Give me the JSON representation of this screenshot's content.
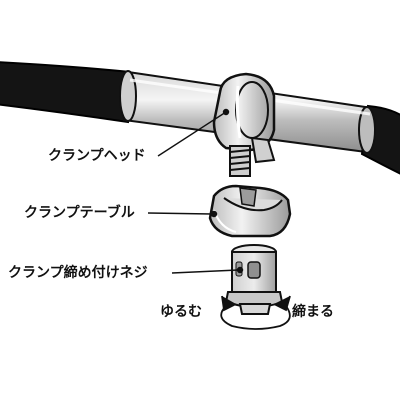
{
  "labels": {
    "clamp_head": "クランプヘッド",
    "clamp_table": "クランプテーブル",
    "clamp_screw": "クランプ締め付けネジ",
    "loosen": "ゆるむ",
    "tighten": "締まる"
  },
  "colors": {
    "tube_black": "#111111",
    "tube_metal": "#c9c9c9",
    "metal_light": "#e6e6e6",
    "metal_dark": "#8a8a8a",
    "outline": "#111111"
  },
  "icons": {
    "rotation": "rotation-arrow-icon"
  }
}
